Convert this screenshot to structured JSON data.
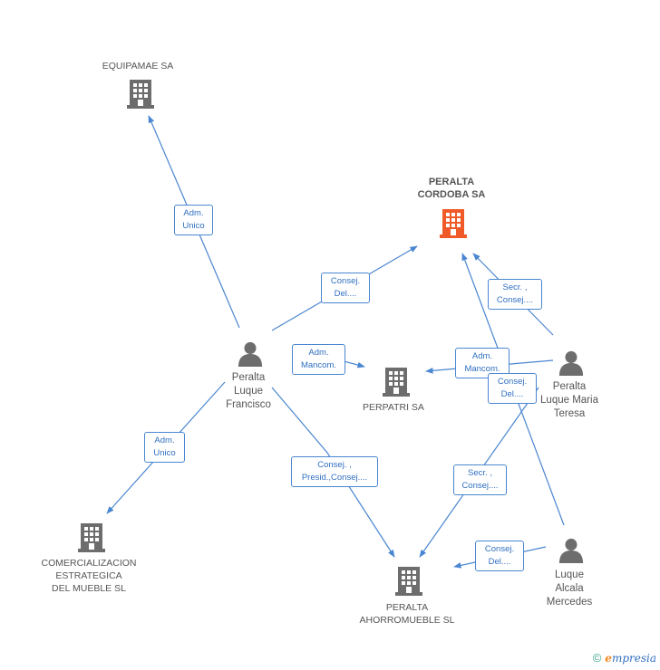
{
  "nodes": {
    "equipamae": {
      "label": "EQUIPAMAE SA",
      "kind": "company",
      "icon": "building-icon"
    },
    "peralta_cordoba": {
      "label": "PERALTA\nCORDOBA SA",
      "kind": "company-main",
      "icon": "building-icon",
      "color": "#f05a28"
    },
    "perpatri": {
      "label": "PERPATRI SA",
      "kind": "company",
      "icon": "building-icon"
    },
    "comercializacion": {
      "label": "COMERCIALIZACION\nESTRATEGICA\nDEL MUEBLE SL",
      "kind": "company",
      "icon": "building-icon"
    },
    "ahorromueble": {
      "label": "PERALTA\nAHORROMUEBLE SL",
      "kind": "company",
      "icon": "building-icon"
    },
    "francisco": {
      "label": "Peralta\nLuque\nFrancisco",
      "kind": "person",
      "icon": "person-icon"
    },
    "maria_teresa": {
      "label": "Peralta\nLuque Maria\nTeresa",
      "kind": "person",
      "icon": "person-icon"
    },
    "mercedes": {
      "label": "Luque\nAlcala\nMercedes",
      "kind": "person",
      "icon": "person-icon"
    }
  },
  "edges": [
    {
      "label": "Adm.\nUnico",
      "from": "francisco",
      "to": "equipamae"
    },
    {
      "label": "Consej.\nDel....",
      "from": "francisco",
      "to": "peralta_cordoba"
    },
    {
      "label": "Adm.\nMancom.",
      "from": "francisco",
      "to": "perpatri"
    },
    {
      "label": "Adm.\nUnico",
      "from": "francisco",
      "to": "comercializacion"
    },
    {
      "label": "Consej. ,\nPresid.,Consej....",
      "from": "francisco",
      "to": "ahorromueble"
    },
    {
      "label": "Secr. ,\nConsej....",
      "from": "maria_teresa",
      "to": "peralta_cordoba"
    },
    {
      "label": "Adm.\nMancom.",
      "from": "maria_teresa",
      "to": "perpatri"
    },
    {
      "label": "Secr. ,\nConsej....",
      "from": "maria_teresa",
      "to": "ahorromueble"
    },
    {
      "label": "Consej.\nDel....",
      "from": "mercedes",
      "to": "peralta_cordoba"
    },
    {
      "label": "Consej.\nDel....",
      "from": "mercedes",
      "to": "ahorromueble"
    }
  ],
  "colors": {
    "edge": "#4a86d1",
    "icon": "#6d6d6d",
    "main_icon": "#f05a28"
  },
  "footer": {
    "copyright": "©",
    "brand_initial": "e",
    "brand_rest": "mpresia"
  }
}
